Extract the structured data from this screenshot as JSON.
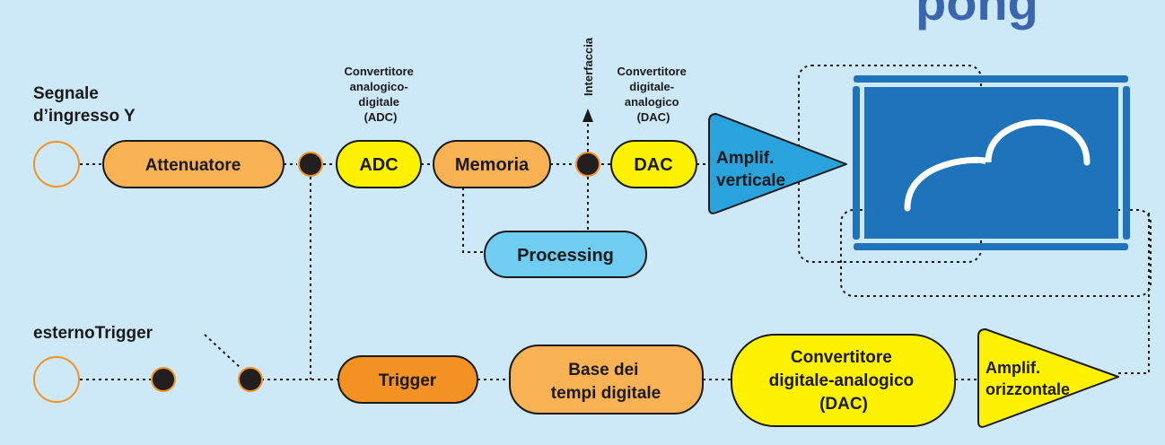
{
  "header": {
    "title_fragment": "pong"
  },
  "labels": {
    "input_y": [
      "Segnale",
      "d’ingresso Y"
    ],
    "external_trigger": "esternoTrigger",
    "adc_caption": [
      "Convertitore",
      "analogico-",
      "digitale",
      "(ADC)"
    ],
    "dac_caption": [
      "Convertitore",
      "digitale-",
      "analogico",
      "(DAC)"
    ],
    "interface": "Interfaccia"
  },
  "blocks": {
    "attenuator": "Attenuatore",
    "adc": "ADC",
    "memory": "Memoria",
    "dac": "DAC",
    "processing": "Processing",
    "trigger": "Trigger",
    "timebase": [
      "Base dei",
      "tempi digitale"
    ],
    "dac_horizontal": [
      "Convertitore",
      "digitale-analogico",
      "(DAC)"
    ]
  },
  "amplifiers": {
    "vertical": [
      "Amplif.",
      "verticale"
    ],
    "horizontal": [
      "Amplif.",
      "orizzontale"
    ]
  },
  "colors": {
    "background": "#cde9f7",
    "orange_light": "#f9b253",
    "orange_dark": "#f39222",
    "yellow": "#fff200",
    "cyan_light": "#6fcdf2",
    "blue_amp": "#2aa3dc",
    "screen_blue": "#1f73ba",
    "title_blue": "#3a66b0"
  }
}
